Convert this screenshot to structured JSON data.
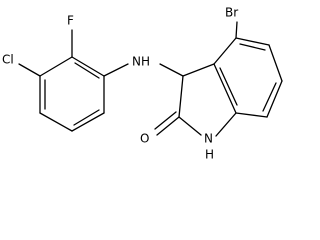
{
  "molecule": {
    "atoms": {
      "br": "Br",
      "f": "F",
      "cl": "Cl",
      "nh_amine": "NH",
      "nh_lactam_n": "N",
      "nh_lactam_h": "H",
      "o": "O"
    }
  }
}
